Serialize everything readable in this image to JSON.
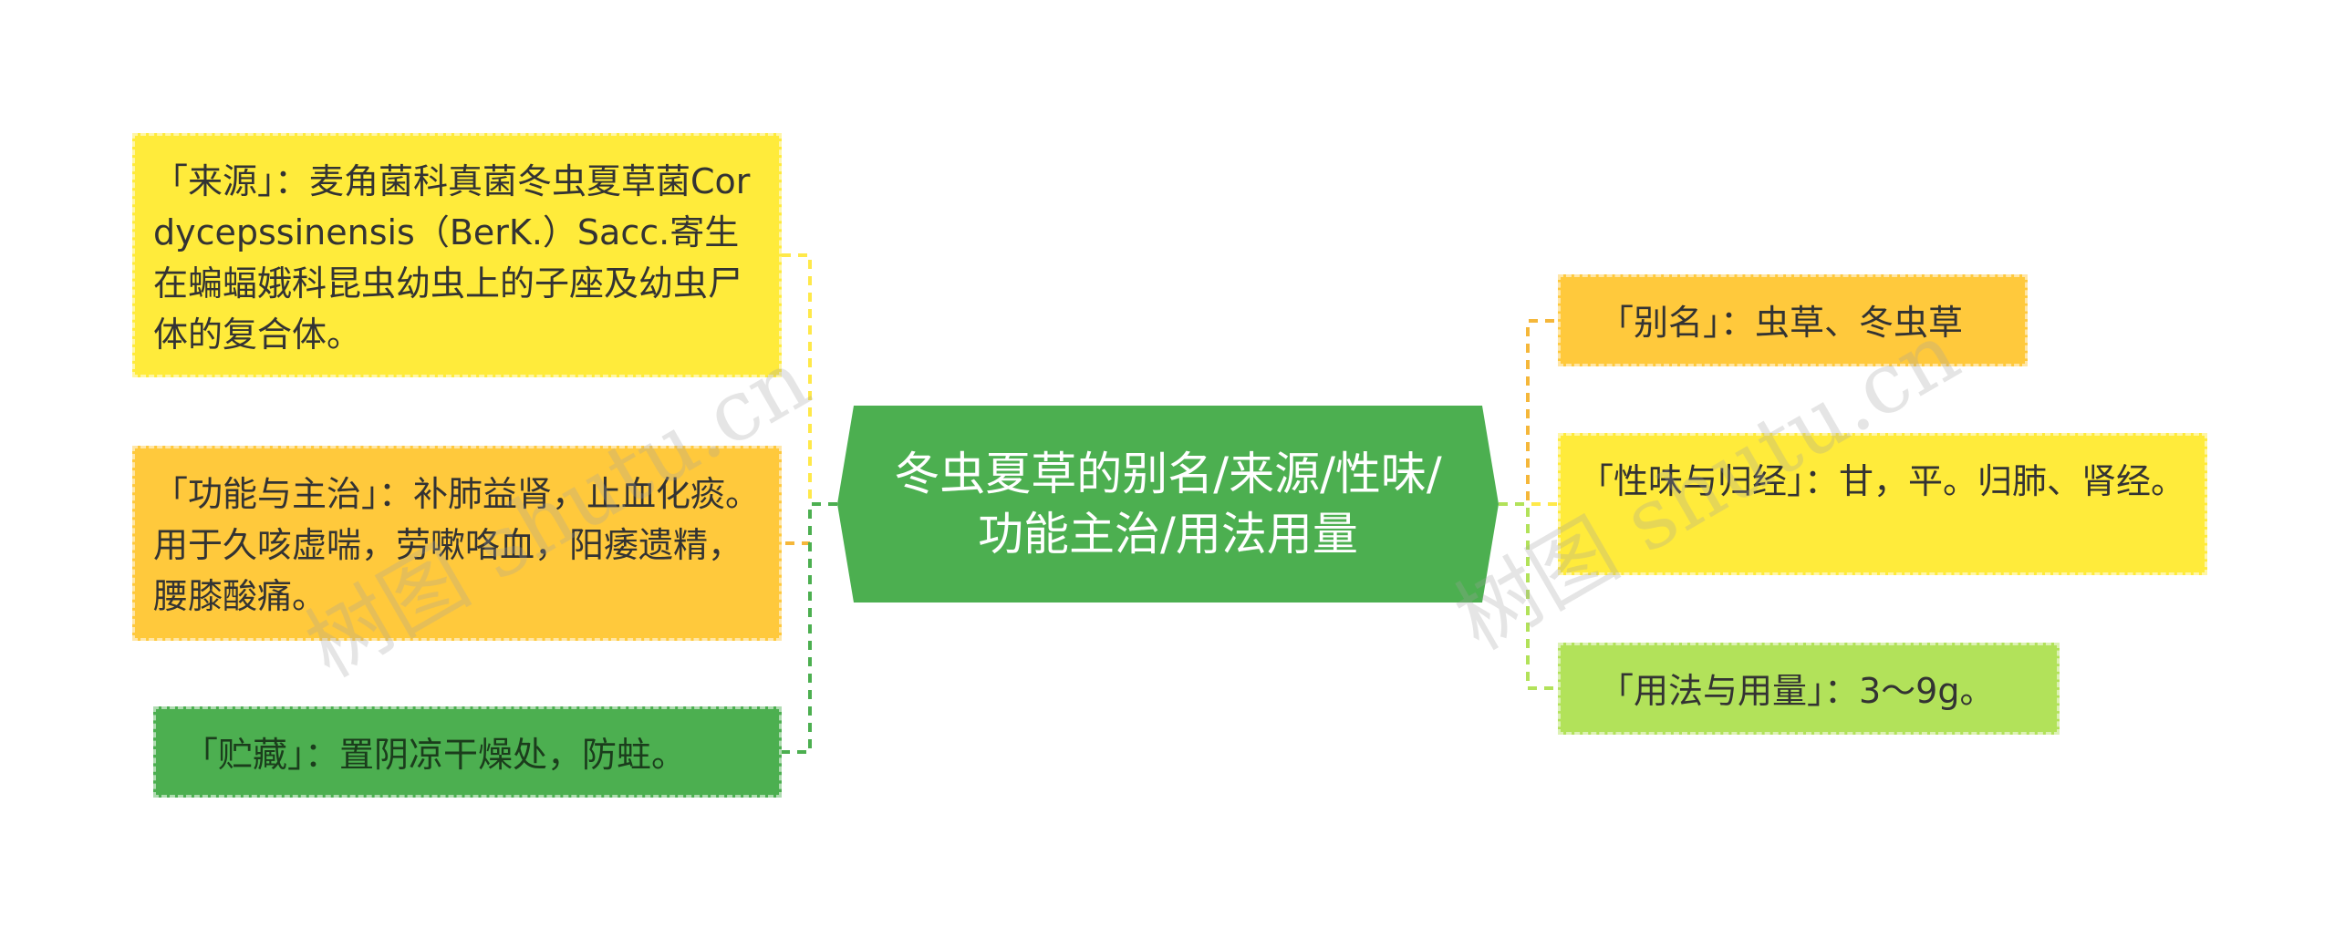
{
  "mindmap": {
    "center": {
      "title": "冬虫夏草的别名/来源/性味/功能主治/用法用量"
    },
    "left_nodes": {
      "source": {
        "text": "「来源」：麦角菌科真菌冬虫夏草菌Cordycepssinensis（BerK.）Sacc.寄生在蝙蝠娥科昆虫幼虫上的子座及幼虫尸体的复合体。"
      },
      "function": {
        "text": "「功能与主治」：补肺益肾，止血化痰。用于久咳虚喘，劳嗽咯血，阳痿遗精，腰膝酸痛。"
      },
      "storage": {
        "text": "「贮藏」：置阴凉干燥处，防蛀。"
      }
    },
    "right_nodes": {
      "alias": {
        "text": "「别名」：虫草、冬虫草"
      },
      "taste": {
        "text": "「性味与归经」：甘，平。归肺、肾经。"
      },
      "usage": {
        "text": "「用法与用量」：3～9g。"
      }
    },
    "watermark": "树图 shutu.cn"
  },
  "colors": {
    "center": "#4caf50",
    "yellow": "#ffeb3b",
    "orange": "#ffc93c",
    "green": "#4caf50",
    "lime": "#b2e25a"
  }
}
